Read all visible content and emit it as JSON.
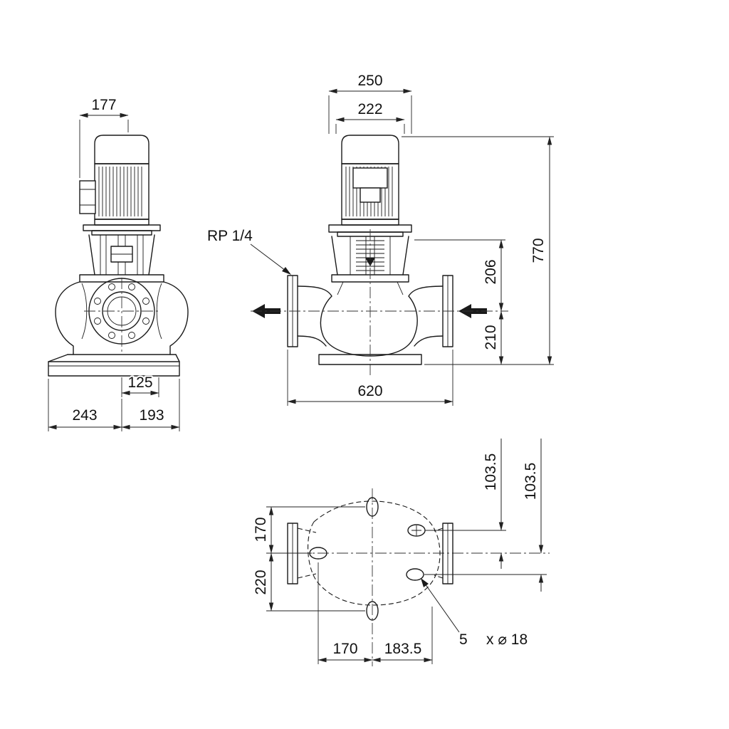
{
  "front_view": {
    "dim_motor_width": "177",
    "dim_center_offset": "125",
    "dim_base_left": "243",
    "dim_base_right": "193"
  },
  "side_view": {
    "dim_stool_width": "250",
    "dim_motor_width": "222",
    "dim_total_height": "770",
    "dim_stool_to_center": "206",
    "dim_center_to_base": "210",
    "dim_port_to_port": "620",
    "tapping_label": "RP 1/4"
  },
  "top_view": {
    "dim_top_hole_to_center": "170",
    "dim_bottom_hole_to_center": "220",
    "dim_right_hole_above": "103.5",
    "dim_right_hole_below": "103.5",
    "dim_left_hole_to_center": "170",
    "dim_right_to_center": "183.5",
    "bolt_count": "5",
    "bolt_spec": "x ⌀ 18"
  }
}
